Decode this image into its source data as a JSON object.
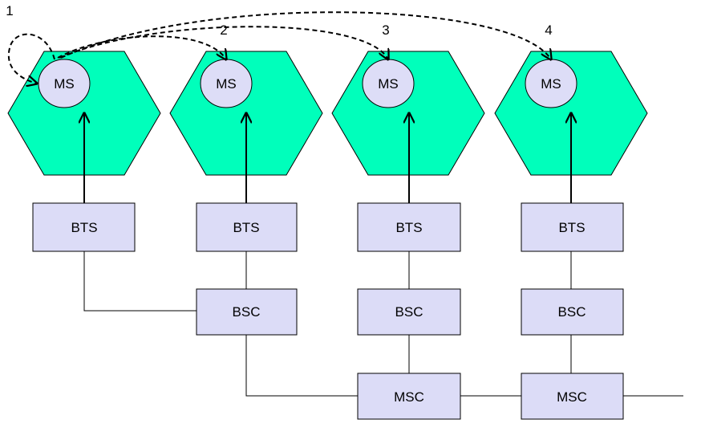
{
  "cells": [
    {
      "number": "1",
      "ms_label": "MS",
      "bts_label": "BTS"
    },
    {
      "number": "2",
      "ms_label": "MS",
      "bts_label": "BTS",
      "bsc_label": "BSC"
    },
    {
      "number": "3",
      "ms_label": "MS",
      "bts_label": "BTS",
      "bsc_label": "BSC",
      "msc_label": "MSC"
    },
    {
      "number": "4",
      "ms_label": "MS",
      "bts_label": "BTS",
      "bsc_label": "BSC",
      "msc_label": "MSC"
    }
  ],
  "colors": {
    "cell_fill": "#00FFBB",
    "ms_fill": "#DDDDF7",
    "box_fill": "#DCDCF7",
    "stroke": "#000000"
  }
}
